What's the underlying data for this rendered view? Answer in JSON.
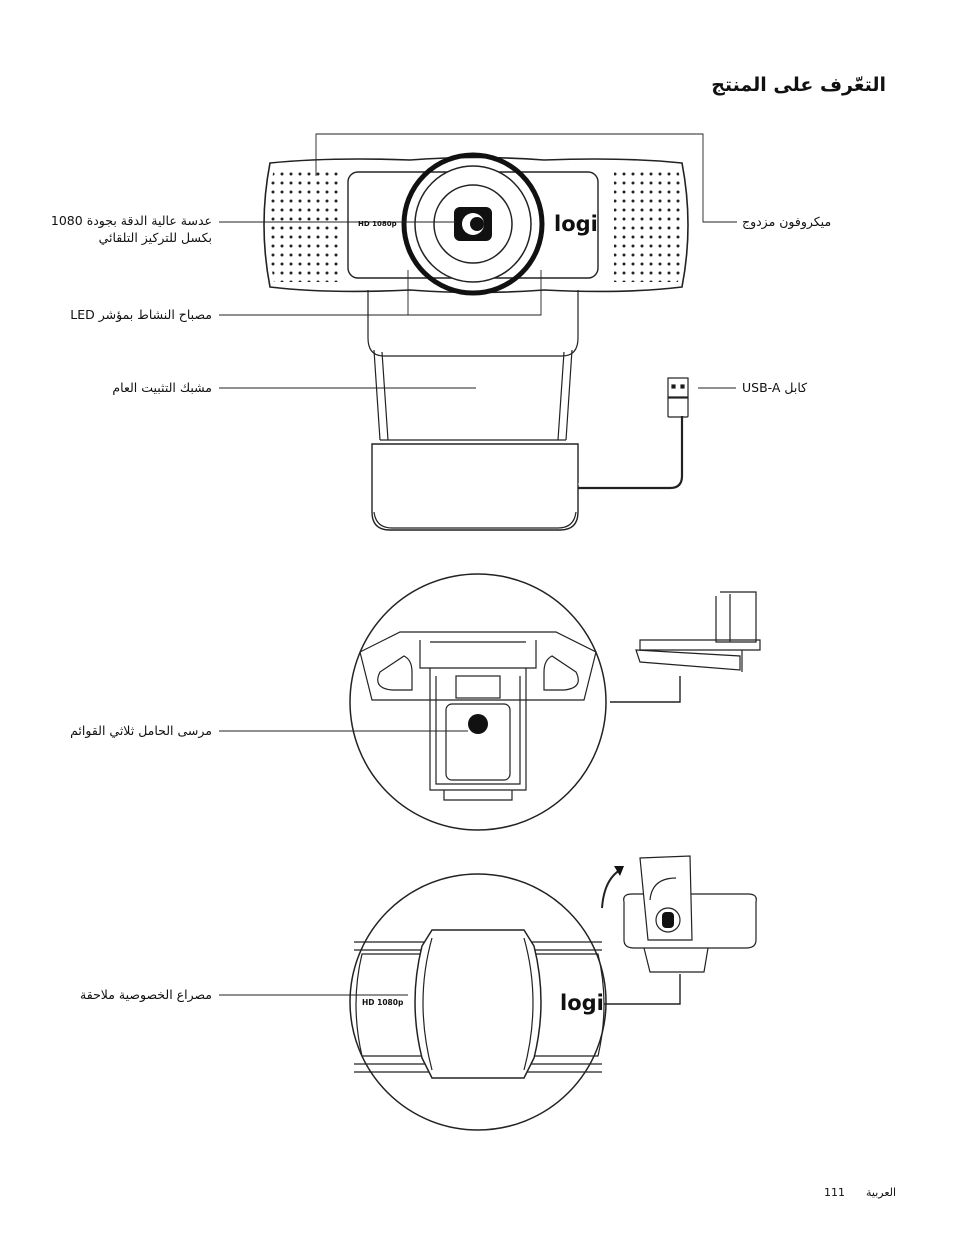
{
  "page": {
    "title": "التعّرف على المنتج",
    "footer_language": "العربية",
    "footer_page": "111"
  },
  "labels": {
    "lens": "عدسة عالية الدقة بجودة 1080\nبكسل للتركيز التلقائي",
    "led": "مصباح النشاط بمؤشر LED",
    "clip": "مشبك التثبيت العام",
    "tripod": "مرسى الحامل ثلاثي القوائم",
    "shutter": "مصراع الخصوصية ملاحقة",
    "mics": "ميكروفون مزدوج",
    "usb": "كابل USB-A"
  },
  "device_text": {
    "hd_badge": "HD 1080p",
    "brand": "logi"
  }
}
